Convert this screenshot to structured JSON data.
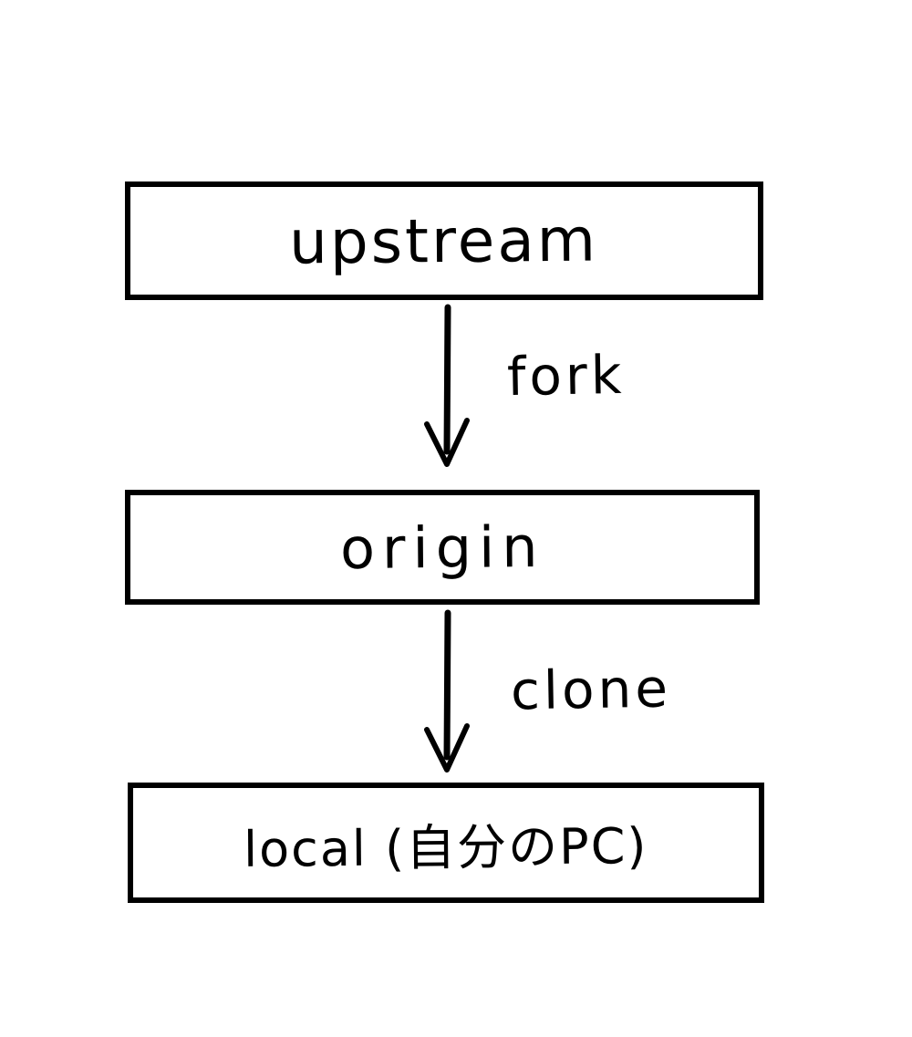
{
  "diagram": {
    "background_color": "#ffffff",
    "stroke_color": "#000000",
    "nodes": [
      {
        "id": "upstream",
        "label": "upstream"
      },
      {
        "id": "origin",
        "label": "origin"
      },
      {
        "id": "local",
        "label": "local (自分のPC)"
      }
    ],
    "edges": [
      {
        "from": "upstream",
        "to": "origin",
        "label": "fork"
      },
      {
        "from": "origin",
        "to": "local",
        "label": "clone"
      }
    ]
  }
}
